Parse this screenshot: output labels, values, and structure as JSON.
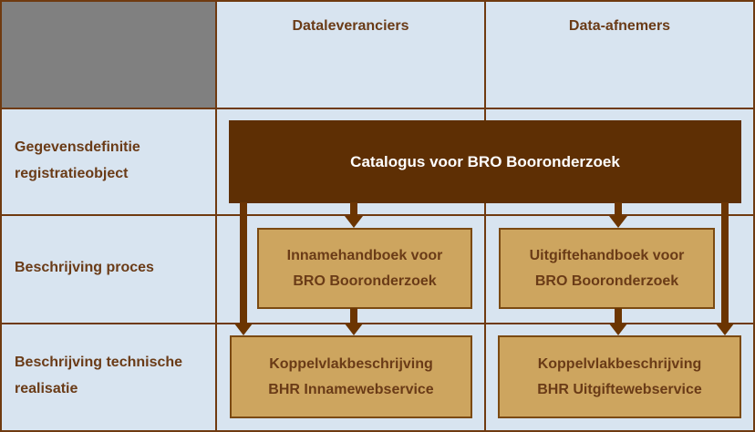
{
  "colors": {
    "cell_bg": "#D8E4F0",
    "gray_cell": "#808080",
    "grid": "#6F3A10",
    "dark_box_bg": "#5E2F04",
    "dark_box_text": "#FFFFFF",
    "tan_box_bg": "#CDA55F",
    "tan_box_border": "#7B4A12",
    "arrow": "#6B3502",
    "label_text": "#6A3B17"
  },
  "columns": [
    {
      "label": "Dataleveranciers"
    },
    {
      "label": "Data-afnemers"
    }
  ],
  "rows": [
    {
      "label": "Gegevensdefinitie registratieobject"
    },
    {
      "label": "Beschrijving proces"
    },
    {
      "label": "Beschrijving technische realisatie"
    }
  ],
  "boxes": {
    "catalogus": {
      "label": "Catalogus voor BRO Booronderzoek"
    },
    "innamehandboek": {
      "line1": "Innamehandboek voor",
      "line2": "BRO Booronderzoek"
    },
    "uitgiftehandboek": {
      "line1": "Uitgiftehandboek voor",
      "line2": "BRO Booronderzoek"
    },
    "koppelvlak_inname": {
      "line1": "Koppelvlakbeschrijving",
      "line2": "BHR Innamewebservice"
    },
    "koppelvlak_uitgifte": {
      "line1": "Koppelvlakbeschrijving",
      "line2": "BHR Uitgiftewebservice"
    }
  }
}
